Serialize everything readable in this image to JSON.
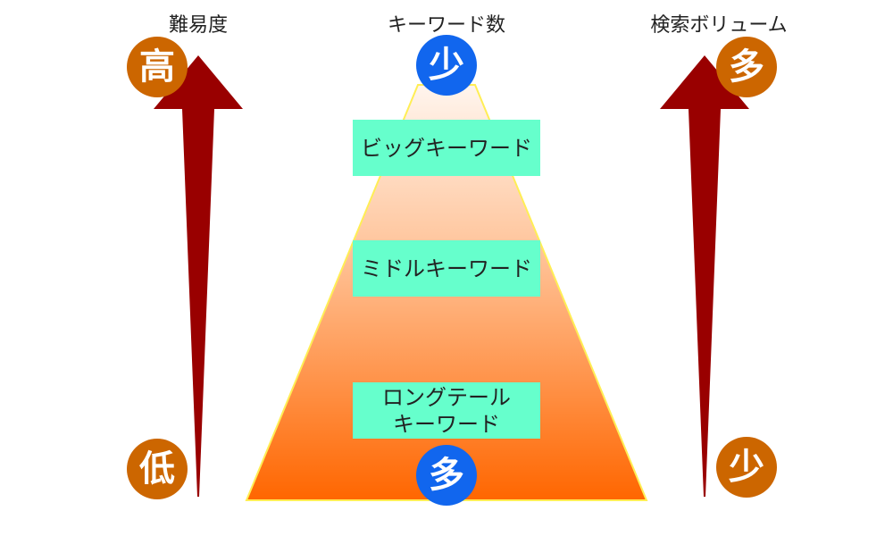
{
  "axes": {
    "difficulty": {
      "title": "難易度",
      "high": "高",
      "low": "低"
    },
    "keyword_count": {
      "title": "キーワード数",
      "top": "少",
      "bottom": "多"
    },
    "search_volume": {
      "title": "検索ボリューム",
      "top": "多",
      "bottom": "少"
    }
  },
  "pyramid": {
    "tiers": [
      {
        "line1": "ビッグキーワード",
        "line2": ""
      },
      {
        "line1": "ミドルキーワード",
        "line2": ""
      },
      {
        "line1": "ロングテール",
        "line2": "キーワード"
      }
    ]
  },
  "colors": {
    "arrow": "#990000",
    "badge_orange": "#cc6600",
    "badge_blue": "#1166ee",
    "tier_box": "#66ffcc",
    "pyramid_top": "#fff5ee",
    "pyramid_bottom": "#ff6600"
  }
}
